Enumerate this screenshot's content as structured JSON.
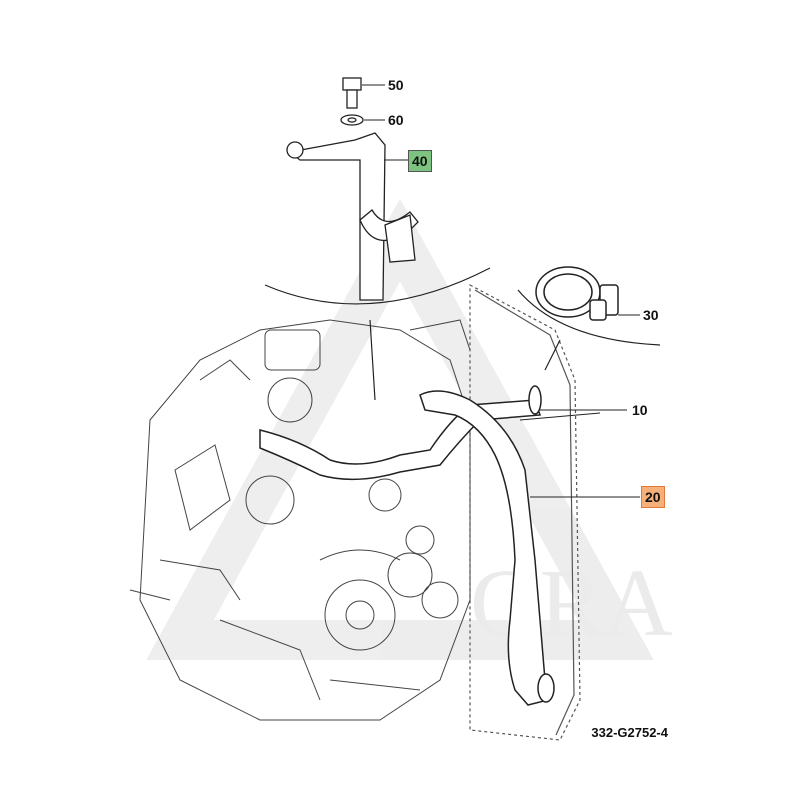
{
  "diagram": {
    "reference_code": "332-G2752-4",
    "watermark": "GRA",
    "callouts": [
      {
        "id": "50",
        "label": "50",
        "highlight": null
      },
      {
        "id": "60",
        "label": "60",
        "highlight": null
      },
      {
        "id": "40",
        "label": "40",
        "highlight": "#7cc47f"
      },
      {
        "id": "30",
        "label": "30",
        "highlight": null
      },
      {
        "id": "10",
        "label": "10",
        "highlight": null
      },
      {
        "id": "20",
        "label": "20",
        "highlight": "#f7b07a"
      }
    ],
    "colors": {
      "line": "#333333",
      "highlight_green": "#7cc47f",
      "highlight_orange": "#f7b07a",
      "watermark": "#e6e6e6"
    }
  }
}
